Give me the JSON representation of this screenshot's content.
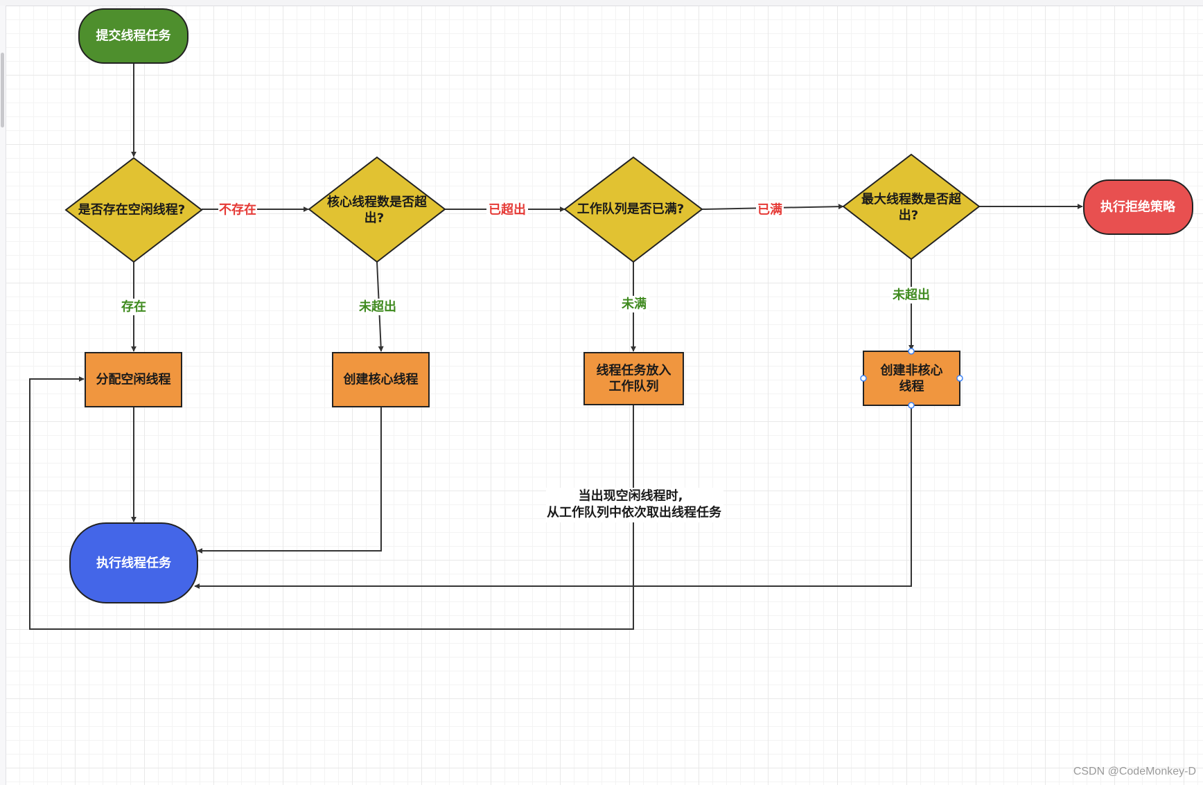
{
  "colors": {
    "start": "#4e8f2d",
    "decision": "#e1c232",
    "process": "#f0963f",
    "execute": "#4466e8",
    "reject": "#e85050",
    "label_red": "#e53935",
    "label_green": "#3f8a1f",
    "line": "#333333"
  },
  "nodes": {
    "start": "提交线程任务",
    "d1": "是否存在空闲线程?",
    "d2_line1": "核心线程数是否超",
    "d2_line2": "出?",
    "d3": "工作队列是否已满?",
    "d4_line1": "最大线程数是否超",
    "d4_line2": "出?",
    "reject": "执行拒绝策略",
    "p1": "分配空闲线程",
    "p2": "创建核心线程",
    "p3_line1": "线程任务放入",
    "p3_line2": "工作队列",
    "p4_line1": "创建非核心",
    "p4_line2": "线程",
    "execute": "执行线程任务"
  },
  "edges": {
    "not_exist": "不存在",
    "exceeded": "已超出",
    "full": "已满",
    "exist": "存在",
    "not_exceeded_core": "未超出",
    "not_full": "未满",
    "not_exceeded_max": "未超出"
  },
  "note": {
    "line1": "当出现空闲线程时,",
    "line2": "从工作队列中依次取出线程任务"
  },
  "watermark": "CSDN @CodeMonkey-D"
}
